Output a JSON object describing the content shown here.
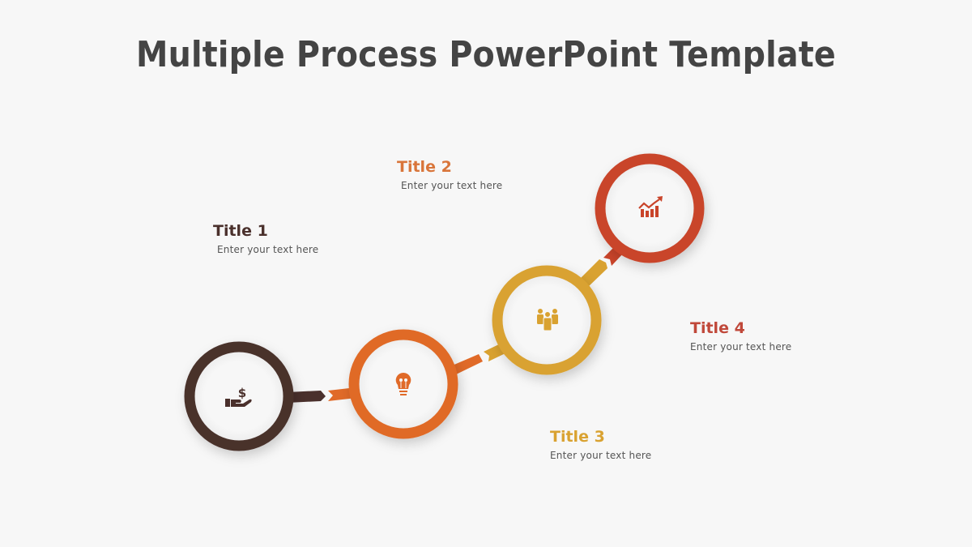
{
  "slide": {
    "title": "Multiple Process PowerPoint Template"
  },
  "steps": [
    {
      "title": "Title 1",
      "text": "Enter your text here",
      "color": "#4a302c",
      "icon": "money-hand-icon"
    },
    {
      "title": "Title 2",
      "text": "Enter your text here",
      "color": "#e06a28",
      "icon": "lightbulb-icon"
    },
    {
      "title": "Title 3",
      "text": "Enter your text here",
      "color": "#d9a231",
      "icon": "team-icon"
    },
    {
      "title": "Title 4",
      "text": "Enter your text here",
      "color": "#c9442a",
      "icon": "growth-chart-icon"
    }
  ],
  "colors": {
    "background": "#f7f7f7",
    "title": "#444444",
    "step1_title": "#4a302c",
    "step2_title": "#d9753a",
    "step3_title": "#d9a231",
    "step4_title": "#c0483a"
  }
}
